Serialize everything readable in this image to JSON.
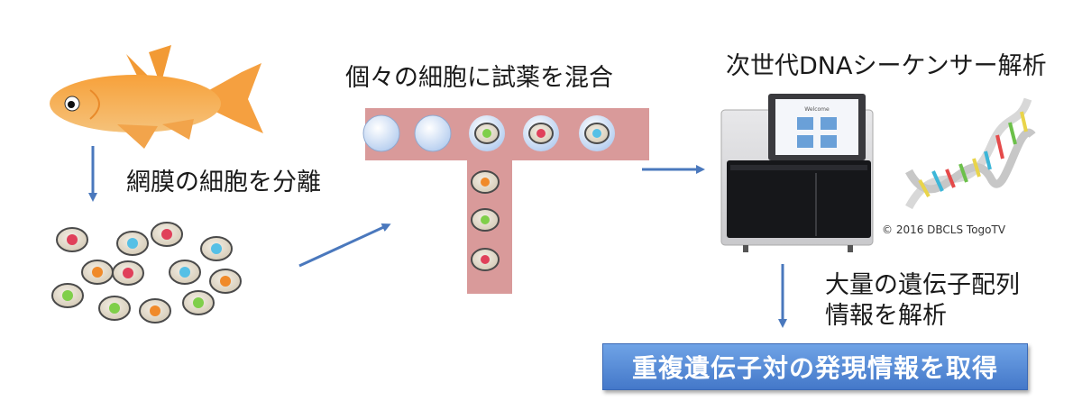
{
  "labels": {
    "retina": "網膜の細胞を分離",
    "mix": "個々の細胞に試薬を混合",
    "sequencer": "次世代DNAシーケンサー解析",
    "analysis_line1": "大量の遺伝子配列",
    "analysis_line2": "情報を解析",
    "result": "重複遺伝子対の発現情報を取得",
    "copyright": "© 2016 DBCLS TogoTV",
    "screen_text": "Welcome"
  },
  "colors": {
    "arrow": "#4a78bd",
    "channel": "#d99a9a",
    "cell_shell": "#e4ddcf",
    "cell_green": "#7fcf4a",
    "cell_red": "#e0405a",
    "cell_blue": "#56c0e6",
    "cell_orange": "#f08a2a",
    "bead": "#c9dcf4",
    "result_box": "#5a8fdc"
  },
  "icons": [
    "goldfish-icon",
    "sequencer-icon",
    "dna-helix-icon"
  ]
}
